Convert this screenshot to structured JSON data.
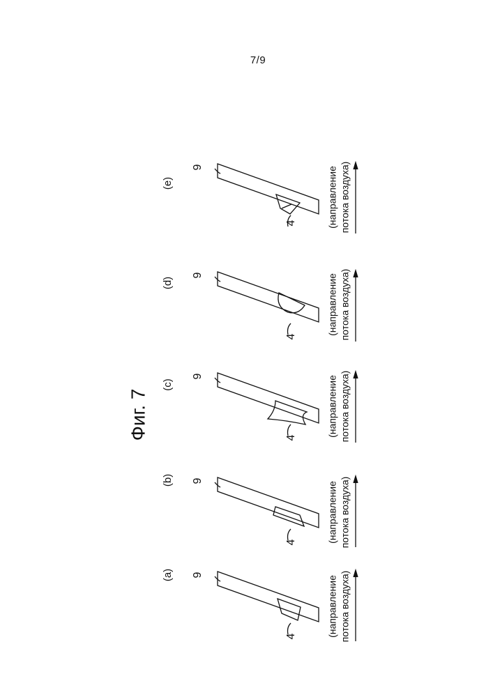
{
  "page_number": "7/9",
  "figure_title": "Фиг. 7",
  "panels": [
    {
      "label": "(a)",
      "strip_ref": "9",
      "element_ref": "4",
      "flow_label_line1": "(направление",
      "flow_label_line2": "потока воздуха)"
    },
    {
      "label": "(b)",
      "strip_ref": "9",
      "element_ref": "4",
      "flow_label_line1": "(направление",
      "flow_label_line2": "потока воздуха)"
    },
    {
      "label": "(c)",
      "strip_ref": "9",
      "element_ref": "4",
      "flow_label_line1": "(направление",
      "flow_label_line2": "потока воздуха)"
    },
    {
      "label": "(d)",
      "strip_ref": "9",
      "element_ref": "4",
      "flow_label_line1": "(направление",
      "flow_label_line2": "потока воздуха)"
    },
    {
      "label": "(e)",
      "strip_ref": "9",
      "element_ref": "4",
      "flow_label_line1": "(направление",
      "flow_label_line2": "потока воздуха)"
    }
  ]
}
